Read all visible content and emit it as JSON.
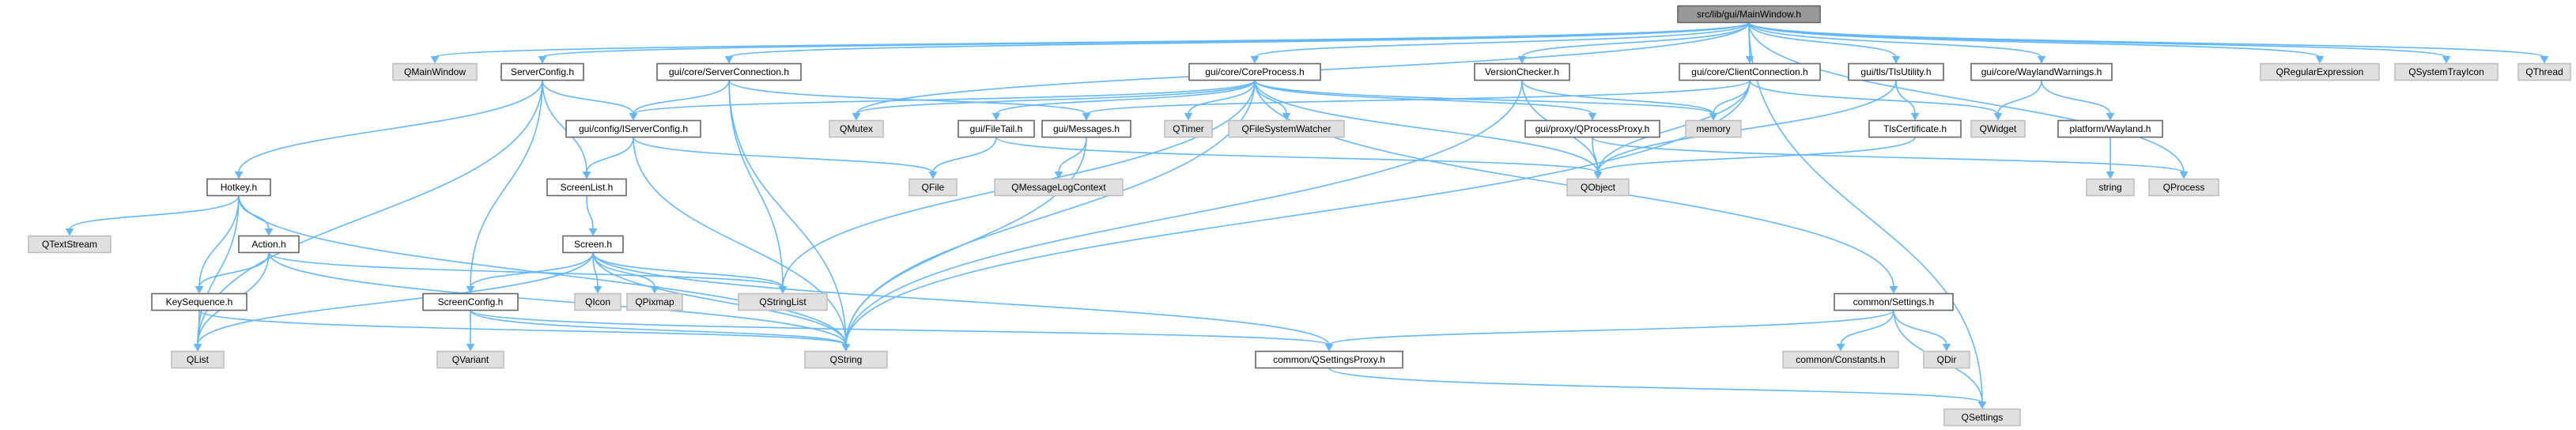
{
  "title": "src/lib/gui/MainWindow.h",
  "colors": {
    "edge": "#63b8ff",
    "root_fill": "#999999",
    "external_fill": "#e0e0e0",
    "project_fill": "#ffffff",
    "text": "#000000"
  },
  "nodes": [
    {
      "id": "root",
      "label": "src/lib/gui/MainWindow.h",
      "kind": "root"
    },
    {
      "id": "qmainwindow",
      "label": "QMainWindow",
      "kind": "external"
    },
    {
      "id": "serverconfig",
      "label": "ServerConfig.h",
      "kind": "project"
    },
    {
      "id": "serverconnection",
      "label": "gui/core/ServerConnection.h",
      "kind": "project"
    },
    {
      "id": "coreprocess",
      "label": "gui/core/CoreProcess.h",
      "kind": "project"
    },
    {
      "id": "versionchecker",
      "label": "VersionChecker.h",
      "kind": "project"
    },
    {
      "id": "clientconnection",
      "label": "gui/core/ClientConnection.h",
      "kind": "project"
    },
    {
      "id": "tlsutility",
      "label": "gui/tls/TlsUtility.h",
      "kind": "project"
    },
    {
      "id": "waylandwarnings",
      "label": "gui/core/WaylandWarnings.h",
      "kind": "project"
    },
    {
      "id": "qregexp",
      "label": "QRegularExpression",
      "kind": "external"
    },
    {
      "id": "qsystemtray",
      "label": "QSystemTrayIcon",
      "kind": "external"
    },
    {
      "id": "qthread",
      "label": "QThread",
      "kind": "external"
    },
    {
      "id": "iserverconfig",
      "label": "gui/config/IServerConfig.h",
      "kind": "project"
    },
    {
      "id": "qmutex",
      "label": "QMutex",
      "kind": "external"
    },
    {
      "id": "filetail",
      "label": "gui/FileTail.h",
      "kind": "project"
    },
    {
      "id": "messages",
      "label": "gui/Messages.h",
      "kind": "project"
    },
    {
      "id": "qtimer",
      "label": "QTimer",
      "kind": "external"
    },
    {
      "id": "qfswatcher",
      "label": "QFileSystemWatcher",
      "kind": "external"
    },
    {
      "id": "qprocessproxy",
      "label": "gui/proxy/QProcessProxy.h",
      "kind": "project"
    },
    {
      "id": "memory",
      "label": "memory",
      "kind": "external"
    },
    {
      "id": "tlscert",
      "label": "TlsCertificate.h",
      "kind": "project"
    },
    {
      "id": "qwidget",
      "label": "QWidget",
      "kind": "external"
    },
    {
      "id": "platformwayland",
      "label": "platform/Wayland.h",
      "kind": "project"
    },
    {
      "id": "hotkey",
      "label": "Hotkey.h",
      "kind": "project"
    },
    {
      "id": "screenlist",
      "label": "ScreenList.h",
      "kind": "project"
    },
    {
      "id": "qfile",
      "label": "QFile",
      "kind": "external"
    },
    {
      "id": "qmsglogctx",
      "label": "QMessageLogContext",
      "kind": "external"
    },
    {
      "id": "qobject",
      "label": "QObject",
      "kind": "external"
    },
    {
      "id": "string",
      "label": "string",
      "kind": "external"
    },
    {
      "id": "qprocess",
      "label": "QProcess",
      "kind": "external"
    },
    {
      "id": "qtextstream",
      "label": "QTextStream",
      "kind": "external"
    },
    {
      "id": "action",
      "label": "Action.h",
      "kind": "project"
    },
    {
      "id": "screen",
      "label": "Screen.h",
      "kind": "project"
    },
    {
      "id": "keysequence",
      "label": "KeySequence.h",
      "kind": "project"
    },
    {
      "id": "qicon",
      "label": "QIcon",
      "kind": "external"
    },
    {
      "id": "qpixmap",
      "label": "QPixmap",
      "kind": "external"
    },
    {
      "id": "qstringlist",
      "label": "QStringList",
      "kind": "external"
    },
    {
      "id": "screenconfig",
      "label": "ScreenConfig.h",
      "kind": "project"
    },
    {
      "id": "commonsettings",
      "label": "common/Settings.h",
      "kind": "project"
    },
    {
      "id": "qlist",
      "label": "QList",
      "kind": "external"
    },
    {
      "id": "qvariant",
      "label": "QVariant",
      "kind": "external"
    },
    {
      "id": "qstring",
      "label": "QString",
      "kind": "external"
    },
    {
      "id": "qsettingsproxy",
      "label": "common/QSettingsProxy.h",
      "kind": "project"
    },
    {
      "id": "commonconstants",
      "label": "common/Constants.h",
      "kind": "external"
    },
    {
      "id": "qdir",
      "label": "QDir",
      "kind": "external"
    },
    {
      "id": "qsettings",
      "label": "QSettings",
      "kind": "external"
    }
  ],
  "edges": [
    [
      "root",
      "qmainwindow"
    ],
    [
      "root",
      "serverconfig"
    ],
    [
      "root",
      "serverconnection"
    ],
    [
      "root",
      "coreprocess"
    ],
    [
      "root",
      "versionchecker"
    ],
    [
      "root",
      "clientconnection"
    ],
    [
      "root",
      "tlsutility"
    ],
    [
      "root",
      "waylandwarnings"
    ],
    [
      "root",
      "qregexp"
    ],
    [
      "root",
      "qsystemtray"
    ],
    [
      "root",
      "qthread"
    ],
    [
      "root",
      "qmutex"
    ],
    [
      "root",
      "qprocess"
    ],
    [
      "root",
      "qsettings"
    ],
    [
      "serverconfig",
      "hotkey"
    ],
    [
      "serverconfig",
      "iserverconfig"
    ],
    [
      "serverconfig",
      "screenlist"
    ],
    [
      "serverconfig",
      "screenconfig"
    ],
    [
      "serverconfig",
      "qlist"
    ],
    [
      "serverconnection",
      "iserverconfig"
    ],
    [
      "serverconnection",
      "messages"
    ],
    [
      "serverconnection",
      "qstringlist"
    ],
    [
      "serverconnection",
      "qstring"
    ],
    [
      "coreprocess",
      "iserverconfig"
    ],
    [
      "coreprocess",
      "qmutex"
    ],
    [
      "coreprocess",
      "filetail"
    ],
    [
      "coreprocess",
      "qtimer"
    ],
    [
      "coreprocess",
      "qfswatcher"
    ],
    [
      "coreprocess",
      "qprocessproxy"
    ],
    [
      "coreprocess",
      "memory"
    ],
    [
      "coreprocess",
      "qobject"
    ],
    [
      "coreprocess",
      "commonsettings"
    ],
    [
      "coreprocess",
      "qstring"
    ],
    [
      "coreprocess",
      "qstringlist"
    ],
    [
      "versionchecker",
      "memory"
    ],
    [
      "versionchecker",
      "qobject"
    ],
    [
      "versionchecker",
      "qstring"
    ],
    [
      "clientconnection",
      "messages"
    ],
    [
      "clientconnection",
      "qwidget"
    ],
    [
      "clientconnection",
      "memory"
    ],
    [
      "clientconnection",
      "qobject"
    ],
    [
      "clientconnection",
      "qstring"
    ],
    [
      "tlsutility",
      "tlscert"
    ],
    [
      "tlsutility",
      "qobject"
    ],
    [
      "waylandwarnings",
      "qwidget"
    ],
    [
      "waylandwarnings",
      "platformwayland"
    ],
    [
      "iserverconfig",
      "screenlist"
    ],
    [
      "iserverconfig",
      "qfile"
    ],
    [
      "iserverconfig",
      "qstring"
    ],
    [
      "filetail",
      "qfile"
    ],
    [
      "filetail",
      "qobject"
    ],
    [
      "messages",
      "qmsglogctx"
    ],
    [
      "messages",
      "qstring"
    ],
    [
      "qprocessproxy",
      "qobject"
    ],
    [
      "qprocessproxy",
      "qprocess"
    ],
    [
      "tlscert",
      "qobject"
    ],
    [
      "platformwayland",
      "string"
    ],
    [
      "hotkey",
      "qtextstream"
    ],
    [
      "hotkey",
      "action"
    ],
    [
      "hotkey",
      "keysequence"
    ],
    [
      "hotkey",
      "qlist"
    ],
    [
      "hotkey",
      "qstring"
    ],
    [
      "screenlist",
      "screen"
    ],
    [
      "action",
      "keysequence"
    ],
    [
      "action",
      "qlist"
    ],
    [
      "action",
      "qstringlist"
    ],
    [
      "action",
      "qstring"
    ],
    [
      "screen",
      "qicon"
    ],
    [
      "screen",
      "qpixmap"
    ],
    [
      "screen",
      "qstringlist"
    ],
    [
      "screen",
      "screenconfig"
    ],
    [
      "screen",
      "qlist"
    ],
    [
      "screen",
      "qstring"
    ],
    [
      "screen",
      "qsettingsproxy"
    ],
    [
      "keysequence",
      "qlist"
    ],
    [
      "keysequence",
      "qstring"
    ],
    [
      "screenconfig",
      "qvariant"
    ],
    [
      "screenconfig",
      "qstring"
    ],
    [
      "screenconfig",
      "qsettingsproxy"
    ],
    [
      "commonsettings",
      "commonconstants"
    ],
    [
      "commonsettings",
      "qdir"
    ],
    [
      "commonsettings",
      "qsettings"
    ],
    [
      "commonsettings",
      "qsettingsproxy"
    ],
    [
      "qsettingsproxy",
      "qsettings"
    ]
  ]
}
